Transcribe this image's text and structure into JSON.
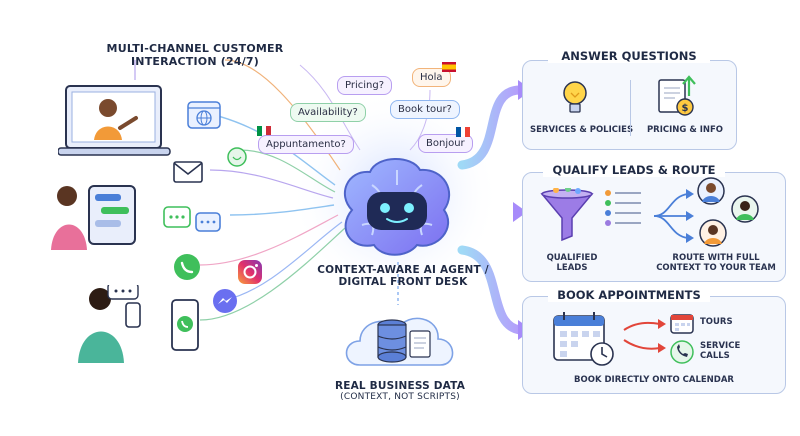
{
  "left": {
    "title_line1": "MULTI-CHANNEL CUSTOMER",
    "title_line2": "INTERACTION (24/7)"
  },
  "bubbles": {
    "pricing": "Pricing?",
    "hola": "Hola",
    "availability": "Availability?",
    "book_tour": "Book tour?",
    "appuntamento": "Appuntamento?",
    "bonjour": "Bonjour"
  },
  "center": {
    "agent_line1": "CONTEXT-AWARE AI AGENT /",
    "agent_line2": "DIGITAL FRONT DESK",
    "data_line1": "REAL BUSINESS DATA",
    "data_line2": "(CONTEXT, NOT SCRIPTS)"
  },
  "panels": {
    "answer": {
      "title": "ANSWER QUESTIONS",
      "item1": "SERVICES & POLICIES",
      "item2": "PRICING & INFO"
    },
    "qualify": {
      "title": "QUALIFY LEADS & ROUTE",
      "leads_line1": "QUALIFIED",
      "leads_line2": "LEADS",
      "route_line1": "ROUTE WITH FULL",
      "route_line2": "CONTEXT TO YOUR TEAM"
    },
    "book": {
      "title": "BOOK APPOINTMENTS",
      "tours": "TOURS",
      "service_line1": "SERVICE",
      "service_line2": "CALLS",
      "footer": "BOOK DIRECTLY ONTO CALENDAR"
    }
  },
  "colors": {
    "accent_blue": "#4a7fd8",
    "accent_purple": "#9b7be0",
    "brain": "#6e8ff0",
    "green": "#3fbf5b",
    "orange": "#f29a38",
    "navy": "#1f2a44"
  }
}
